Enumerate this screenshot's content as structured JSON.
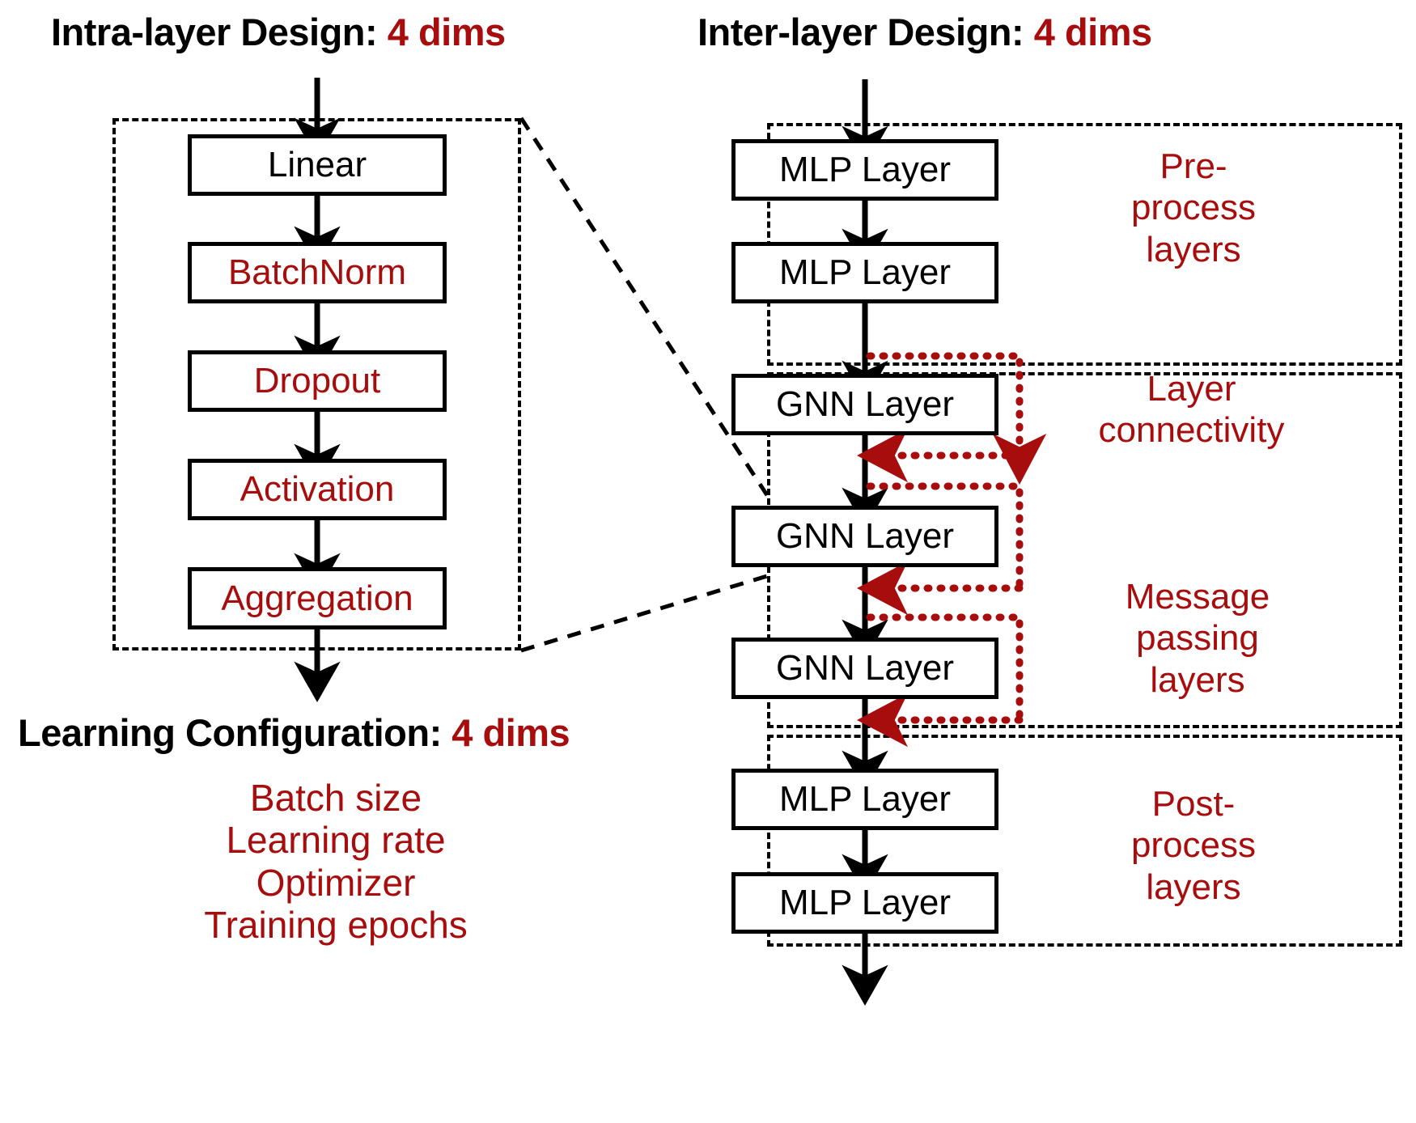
{
  "figure": {
    "type": "diagram",
    "kind": "gnn-design-space-flowchart",
    "colors": {
      "accent_red": "#a80d0d",
      "stroke_black": "#000000",
      "background": "#ffffff"
    }
  },
  "headings": {
    "intra": {
      "label": "Intra-layer Design:",
      "dims": "4 dims"
    },
    "inter": {
      "label": "Inter-layer Design:",
      "dims": "4 dims"
    },
    "learning": {
      "label": "Learning Configuration:",
      "dims": "4 dims"
    }
  },
  "intra_layer": {
    "nodes": [
      {
        "label": "Linear",
        "color": "black"
      },
      {
        "label": "BatchNorm",
        "color": "red"
      },
      {
        "label": "Dropout",
        "color": "red"
      },
      {
        "label": "Activation",
        "color": "red"
      },
      {
        "label": "Aggregation",
        "color": "red"
      }
    ]
  },
  "learning_configuration": {
    "items": [
      "Batch size",
      "Learning rate",
      "Optimizer",
      "Training epochs"
    ]
  },
  "inter_layer": {
    "sections": [
      {
        "side_label": "Pre-\nprocess\nlayers",
        "nodes": [
          {
            "label": "MLP Layer",
            "color": "black"
          },
          {
            "label": "MLP Layer",
            "color": "black"
          }
        ]
      },
      {
        "side_label": "Layer\nconnectivity",
        "nodes": [
          {
            "label": "GNN Layer",
            "color": "black"
          }
        ]
      },
      {
        "side_label": "Message\npassing\nlayers",
        "nodes": [
          {
            "label": "GNN Layer",
            "color": "black"
          },
          {
            "label": "GNN Layer",
            "color": "black"
          }
        ]
      },
      {
        "side_label": "Post-\nprocess\nlayers",
        "nodes": [
          {
            "label": "MLP Layer",
            "color": "black"
          },
          {
            "label": "MLP Layer",
            "color": "black"
          }
        ]
      }
    ],
    "skip_connections": 3
  }
}
